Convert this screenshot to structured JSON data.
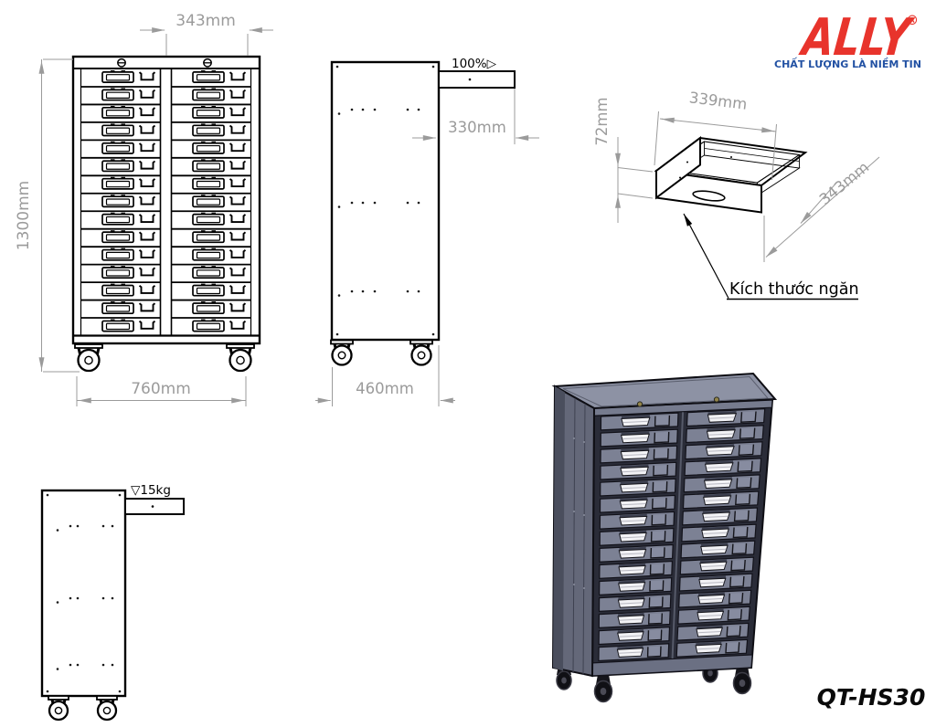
{
  "brand": {
    "name": "ALLY",
    "registered": "®",
    "tagline": "CHẤT LƯỢNG LÀ NIỀM TIN",
    "logo_color": "#e8342c",
    "tagline_color": "#2251a3"
  },
  "model_code": "QT-HS30",
  "dimension_color": "#9b9b9b",
  "annotation_color": "#000000",
  "views": {
    "front": {
      "rows": 15,
      "columns": 2,
      "dim_drawer_width": "343mm",
      "dim_height": "1300mm",
      "dim_width": "760mm"
    },
    "side": {
      "dim_pullout": "330mm",
      "dim_depth": "460mm",
      "pullout_note": "100%▷"
    },
    "side_load": {
      "capacity_note": "▽15kg"
    },
    "drawer_detail": {
      "dim_width": "339mm",
      "dim_height": "72mm",
      "dim_depth": "343mm",
      "caption": "Kích thước ngăn"
    },
    "render_3d": {
      "rows": 15,
      "columns": 2,
      "top_color": "#8d92a4",
      "side_color": "#646879",
      "side_stripe_color": "#4a4e5d",
      "frame_color": "#2a2c38",
      "drawer_color": "#7c8194",
      "handle_color": "#f2f2f5",
      "rail_color": "#6b7083"
    }
  }
}
